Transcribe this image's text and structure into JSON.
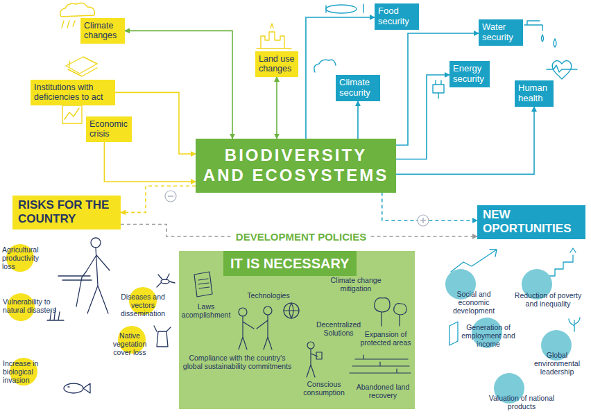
{
  "diagram": {
    "nodes": [
      {
        "text": [
          "Climate changes"
        ]
      },
      {
        "text": [
          "Institutions with deficiencies to act"
        ]
      },
      {
        "text": [
          "Economic crisis"
        ]
      },
      {
        "text": [
          "Land use changes"
        ]
      },
      {
        "text": [
          "Food security"
        ]
      },
      {
        "text": [
          "Water security"
        ]
      },
      {
        "text": [
          "Climate security"
        ]
      },
      {
        "text": [
          "Energy security"
        ]
      },
      {
        "text": [
          "Human health"
        ]
      },
      {
        "text": [
          "BIODIVERSITY AND ECOSYSTEMS"
        ]
      },
      {
        "text": [
          "RISKS FOR THE COUNTRY"
        ]
      },
      {
        "text": [
          "NEW OPORTUNITIES"
        ]
      },
      {
        "text": [
          "IT IS NECESSARY",
          "Technologies",
          "Climate change mitigation",
          "Laws acomplishment",
          "Decentralized Solutions",
          "Expansion of protected areas",
          "Compliance with the country's global sustainability commitments",
          "Conscious consumption",
          "Abandoned land recovery"
        ]
      },
      {
        "text": [
          "Agricultural productivity loss"
        ]
      },
      {
        "text": [
          "Vulnerability to natural disasters"
        ]
      },
      {
        "text": [
          "Diseases and vectors dissemination"
        ]
      },
      {
        "text": [
          "Native vegetation cover loss"
        ]
      },
      {
        "text": [
          "Increase in biological invasion"
        ]
      },
      {
        "text": [
          "Social and economic development"
        ]
      },
      {
        "text": [
          "Reduction of poverty and inequality"
        ]
      },
      {
        "text": [
          "Generation of employment and income"
        ]
      },
      {
        "text": [
          "Global environmental leadership"
        ]
      },
      {
        "text": [
          "Valuation of national products"
        ]
      }
    ],
    "edges": [
      {
        "from": 0,
        "to": 9,
        "arrow": "both"
      },
      {
        "from": 1,
        "to": 9,
        "arrow": "to"
      },
      {
        "from": 2,
        "to": 9,
        "arrow": "to"
      },
      {
        "from": 3,
        "to": 9,
        "arrow": "both"
      },
      {
        "from": 9,
        "to": 4,
        "arrow": "to"
      },
      {
        "from": 9,
        "to": 5,
        "arrow": "to"
      },
      {
        "from": 9,
        "to": 6,
        "arrow": "to"
      },
      {
        "from": 9,
        "to": 7,
        "arrow": "to"
      },
      {
        "from": 9,
        "to": 8,
        "arrow": "to"
      },
      {
        "from": 9,
        "to": 10,
        "arrow": "to"
      },
      {
        "from": 9,
        "to": 11,
        "arrow": "to"
      },
      {
        "from": 10,
        "to": 11,
        "arrow": "to",
        "label": "DEVELOPMENT POLICIES"
      }
    ]
  }
}
